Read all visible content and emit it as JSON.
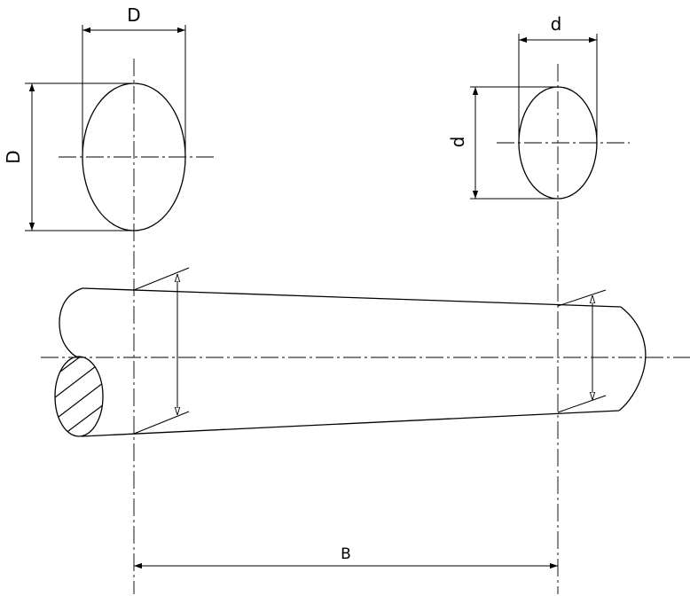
{
  "labels": {
    "big_width": "D",
    "big_height": "D",
    "small_width": "d",
    "small_height": "d",
    "length": "B"
  }
}
